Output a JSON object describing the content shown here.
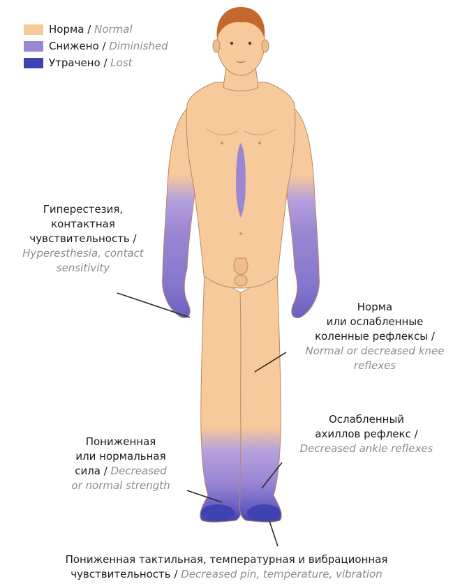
{
  "colors": {
    "normal": "#f6ca9a",
    "diminished": "#9b86d4",
    "lost": "#3f43b2",
    "leader": "#2b2b2b",
    "hair": "#c4692e",
    "outline": "#b98861"
  },
  "legend": [
    {
      "ru": "Норма",
      "sep": " / ",
      "en": "Normal",
      "color": "#f6ca9a"
    },
    {
      "ru": "Снижено",
      "sep": " / ",
      "en": "Diminished",
      "color": "#9b86d4"
    },
    {
      "ru": "Утрачено",
      "sep": " / ",
      "en": "Lost",
      "color": "#3f43b2"
    }
  ],
  "labels": {
    "hyperesthesia": {
      "ru1": "Гиперестезия,",
      "ru2": "контактная",
      "ru3": "чувствительность /",
      "en1": "Hyperesthesia,",
      "en2": "contact sensitivity"
    },
    "knee": {
      "ru1": "Норма",
      "ru2": "или ослабленные",
      "ru3": "коленные рефлексы /",
      "en1": "Normal or decreased",
      "en2": "knee reflexes"
    },
    "ankle": {
      "ru1": "Ослабленный",
      "ru2": "ахиллов рефлекс /",
      "en1": "Decreased ankle",
      "en2": "reflexes"
    },
    "strength": {
      "ru1": "Пониженная",
      "ru2": "или нормальная",
      "ru3": "сила /",
      "en1": "Decreased",
      "en2": "or normal strength"
    },
    "sensation": {
      "ru1": "Пониженная тактильная, температурная и вибрационная",
      "ru2": "чувствительность /",
      "en1": "Decreased pin, temperature, vibration"
    }
  }
}
